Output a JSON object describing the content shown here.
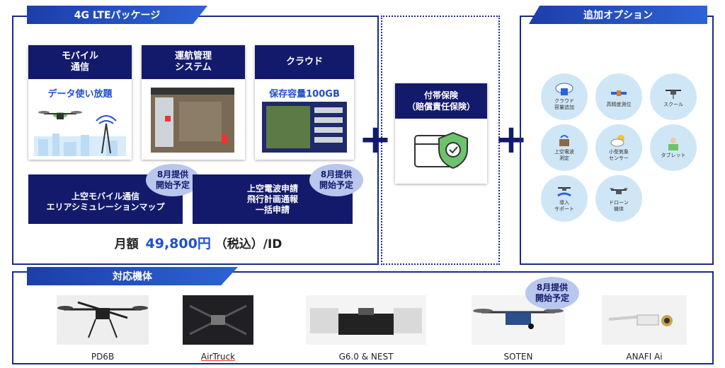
{
  "package": {
    "tab_label": "4G LTEパッケージ",
    "mobile": {
      "title": "モバイル\n通信",
      "subtitle": "データ使い放題"
    },
    "flight": {
      "title": "運航管理\nシステム"
    },
    "cloud": {
      "title": "クラウド",
      "subtitle": "保存容量100GB"
    },
    "area_map": {
      "title": "上空モバイル通信\nエリアシミュレーションマップ",
      "badge": "8月提供\n開始予定"
    },
    "radio": {
      "title": "上空電波申請\n飛行計画通報\n一括申請",
      "badge": "8月提供\n開始予定"
    },
    "price": {
      "prefix": "月額",
      "amount": "49,800円",
      "suffix": "（税込）/ID"
    }
  },
  "insurance": {
    "title": "付帯保険\n（賠償責任保険）"
  },
  "options": {
    "tab_label": "追加オプション",
    "items": [
      {
        "label": "クラウド\n容量追加",
        "icon": "cloud-database-icon"
      },
      {
        "label": "高精度測位",
        "icon": "satellite-icon"
      },
      {
        "label": "スクール",
        "icon": "drone-school-icon"
      },
      {
        "label": "上空電波\n測定",
        "icon": "radio-measure-icon"
      },
      {
        "label": "小型気象\nセンサー",
        "icon": "weather-sensor-icon"
      },
      {
        "label": "タブレット",
        "icon": "tablet-user-icon"
      },
      {
        "label": "導入\nサポート",
        "icon": "support-icon"
      },
      {
        "label": "ドローン\n機体",
        "icon": "drone-icon"
      }
    ]
  },
  "aircraft": {
    "tab_label": "対応機体",
    "badge": "8月提供\n開始予定",
    "items": [
      {
        "name": "PD6B"
      },
      {
        "name": "AirTruck"
      },
      {
        "name": "G6.0 & NEST"
      },
      {
        "name": "SOTEN"
      },
      {
        "name": "ANAFI Ai"
      }
    ]
  },
  "colors": {
    "navy": "#141a6b",
    "accent_blue": "#1f4fd1",
    "badge": "#b9c6ee",
    "option_circle": "#cfe6f7"
  }
}
